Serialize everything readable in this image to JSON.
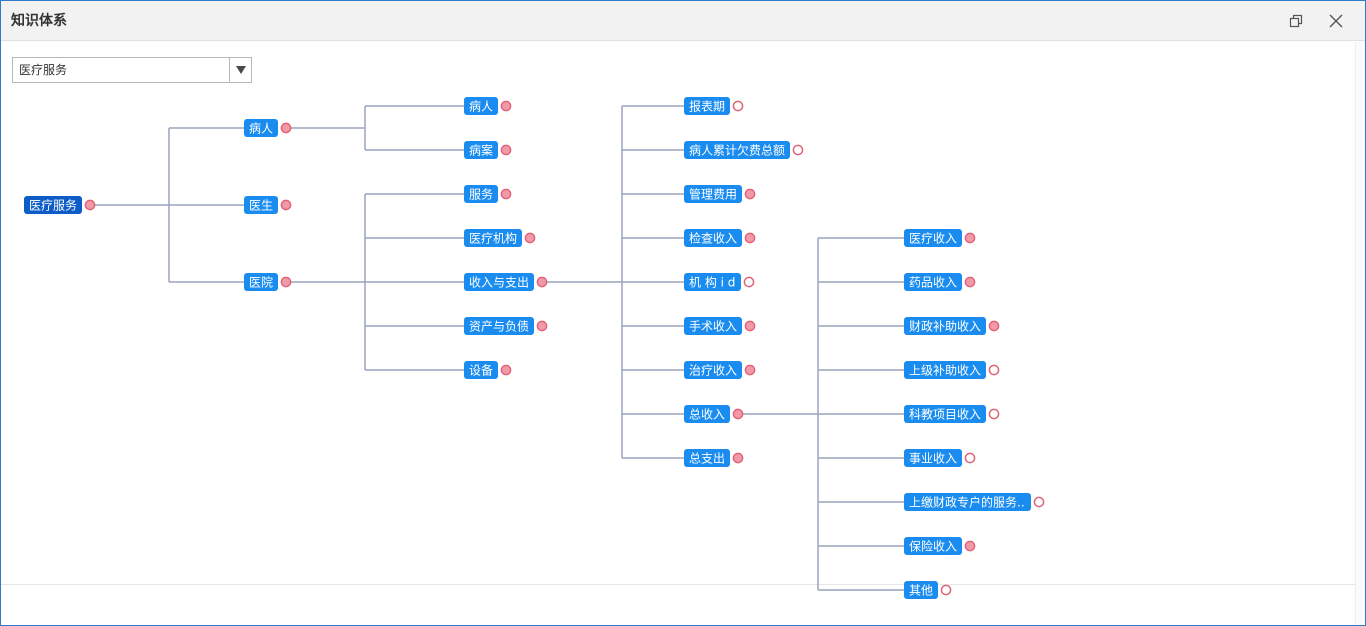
{
  "window": {
    "title": "知识体系"
  },
  "selector": {
    "value": "医疗服务"
  },
  "colors": {
    "node": "#1a8cf0",
    "root": "#0d5cc7",
    "link": "#9aa4bd",
    "dot_fill": "#f39aa8",
    "dot_stroke": "#e06478"
  },
  "tree": [
    {
      "id": "root",
      "label": "医疗服务",
      "dot": "filled",
      "root": true
    },
    {
      "id": "n_patient",
      "label": "病人",
      "dot": "filled",
      "parent": "root"
    },
    {
      "id": "n_doctor",
      "label": "医生",
      "dot": "filled",
      "parent": "root"
    },
    {
      "id": "n_hospital",
      "label": "医院",
      "dot": "filled",
      "parent": "root"
    },
    {
      "id": "n_p1",
      "label": "病人",
      "dot": "filled",
      "parent": "n_patient"
    },
    {
      "id": "n_p2",
      "label": "病案",
      "dot": "filled",
      "parent": "n_patient"
    },
    {
      "id": "n_h1",
      "label": "服务",
      "dot": "filled",
      "parent": "n_hospital"
    },
    {
      "id": "n_h2",
      "label": "医疗机构",
      "dot": "filled",
      "parent": "n_hospital"
    },
    {
      "id": "n_h3",
      "label": "收入与支出",
      "dot": "filled",
      "parent": "n_hospital"
    },
    {
      "id": "n_h4",
      "label": "资产与负债",
      "dot": "filled",
      "parent": "n_hospital"
    },
    {
      "id": "n_h5",
      "label": "设备",
      "dot": "filled",
      "parent": "n_hospital"
    },
    {
      "id": "n_i1",
      "label": "报表期",
      "dot": "empty",
      "parent": "n_h3"
    },
    {
      "id": "n_i2",
      "label": "病人累计欠费总额",
      "dot": "empty",
      "parent": "n_h3"
    },
    {
      "id": "n_i3",
      "label": "管理费用",
      "dot": "filled",
      "parent": "n_h3"
    },
    {
      "id": "n_i4",
      "label": "检查收入",
      "dot": "filled",
      "parent": "n_h3"
    },
    {
      "id": "n_i5",
      "label": "机 构 i d",
      "dot": "empty",
      "parent": "n_h3"
    },
    {
      "id": "n_i6",
      "label": "手术收入",
      "dot": "filled",
      "parent": "n_h3"
    },
    {
      "id": "n_i7",
      "label": "治疗收入",
      "dot": "filled",
      "parent": "n_h3"
    },
    {
      "id": "n_i8",
      "label": "总收入",
      "dot": "filled",
      "parent": "n_h3"
    },
    {
      "id": "n_i9",
      "label": "总支出",
      "dot": "filled",
      "parent": "n_h3"
    },
    {
      "id": "n_t1",
      "label": "医疗收入",
      "dot": "filled",
      "parent": "n_i8"
    },
    {
      "id": "n_t2",
      "label": "药品收入",
      "dot": "filled",
      "parent": "n_i8"
    },
    {
      "id": "n_t3",
      "label": "财政补助收入",
      "dot": "filled",
      "parent": "n_i8"
    },
    {
      "id": "n_t4",
      "label": "上级补助收入",
      "dot": "empty",
      "parent": "n_i8"
    },
    {
      "id": "n_t5",
      "label": "科教项目收入",
      "dot": "empty",
      "parent": "n_i8"
    },
    {
      "id": "n_t6",
      "label": "事业收入",
      "dot": "empty",
      "parent": "n_i8"
    },
    {
      "id": "n_t7",
      "label": "上缴财政专户的服务..",
      "dot": "empty",
      "parent": "n_i8"
    },
    {
      "id": "n_t8",
      "label": "保险收入",
      "dot": "filled",
      "parent": "n_i8"
    },
    {
      "id": "n_t9",
      "label": "其他",
      "dot": "empty",
      "parent": "n_i8"
    }
  ]
}
